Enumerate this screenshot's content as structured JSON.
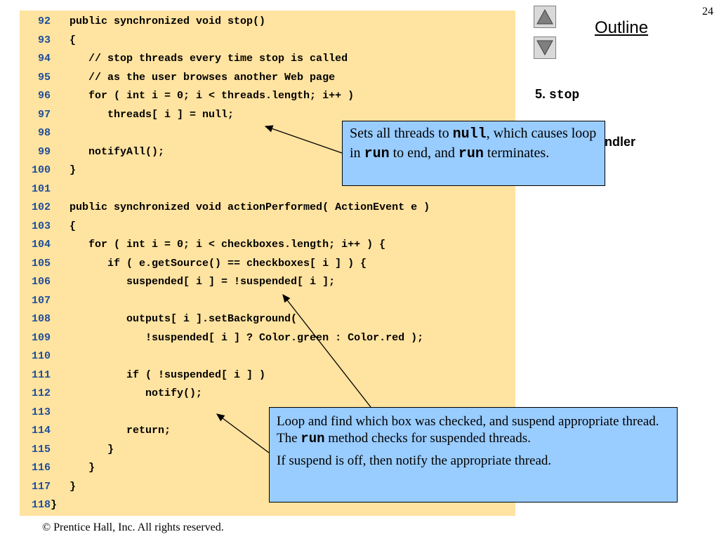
{
  "page_number": "24",
  "outline": {
    "title": "Outline"
  },
  "sidebar": {
    "item1_prefix": "5. ",
    "item1_code": "stop",
    "item2_visible_fragment": "handler"
  },
  "code_lines": [
    {
      "num": "92",
      "text": "   public synchronized void stop()"
    },
    {
      "num": "93",
      "text": "   {"
    },
    {
      "num": "94",
      "text": "      // stop threads every time stop is called"
    },
    {
      "num": "95",
      "text": "      // as the user browses another Web page"
    },
    {
      "num": "96",
      "text": "      for ( int i = 0; i < threads.length; i++ )"
    },
    {
      "num": "97",
      "text": "         threads[ i ] = null;"
    },
    {
      "num": "98",
      "text": ""
    },
    {
      "num": "99",
      "text": "      notifyAll();"
    },
    {
      "num": "100",
      "text": "   }"
    },
    {
      "num": "101",
      "text": ""
    },
    {
      "num": "102",
      "text": "   public synchronized void actionPerformed( ActionEvent e )"
    },
    {
      "num": "103",
      "text": "   {"
    },
    {
      "num": "104",
      "text": "      for ( int i = 0; i < checkboxes.length; i++ ) {"
    },
    {
      "num": "105",
      "text": "         if ( e.getSource() == checkboxes[ i ] ) {"
    },
    {
      "num": "106",
      "text": "            suspended[ i ] = !suspended[ i ];"
    },
    {
      "num": "107",
      "text": ""
    },
    {
      "num": "108",
      "text": "            outputs[ i ].setBackground("
    },
    {
      "num": "109",
      "text": "               !suspended[ i ] ? Color.green : Color.red );"
    },
    {
      "num": "110",
      "text": ""
    },
    {
      "num": "111",
      "text": "            if ( !suspended[ i ] )"
    },
    {
      "num": "112",
      "text": "               notify();"
    },
    {
      "num": "113",
      "text": ""
    },
    {
      "num": "114",
      "text": "            return;"
    },
    {
      "num": "115",
      "text": "         }"
    },
    {
      "num": "116",
      "text": "      }"
    },
    {
      "num": "117",
      "text": "   }"
    },
    {
      "num": "118",
      "text": "}"
    }
  ],
  "callout1": {
    "t1": "Sets all threads to ",
    "c1": "null",
    "t2": ", which causes loop in ",
    "c2": "run",
    "t3": " to end, and ",
    "c3": "run",
    "t4": " terminates."
  },
  "callout2": {
    "t1": "Loop and find which box was checked, and suspend appropriate thread.  The ",
    "c1": "run",
    "t2": " method checks for suspended threads.",
    "p2": "If suspend is off, then notify the appropriate thread."
  },
  "footer": "© Prentice Hall, Inc.  All rights reserved.",
  "colors": {
    "code_bg": "#ffe3a0",
    "callout_bg": "#99ccff",
    "line_number": "#1f4e9a"
  }
}
